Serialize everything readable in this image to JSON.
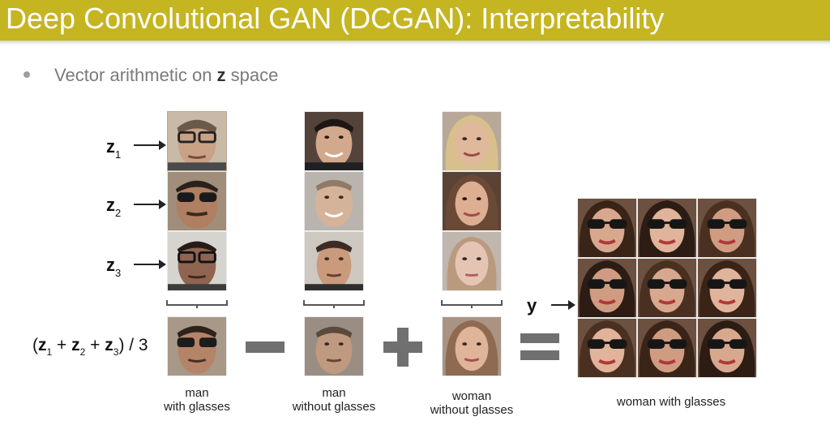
{
  "header": {
    "title": "Deep Convolutional GAN (DCGAN): Interpretability"
  },
  "bullet": {
    "prefix": "Vector arithmetic on ",
    "bold": "z",
    "suffix": " space"
  },
  "labels": {
    "z_letter": "z",
    "z1_sub": "1",
    "z2_sub": "2",
    "z3_sub": "3",
    "y": "y",
    "avg_open": "(",
    "avg_plus": " + ",
    "avg_close": ") / 3"
  },
  "captions": {
    "man_with_glasses": [
      "man",
      "with glasses"
    ],
    "man_without_glasses": [
      "man",
      "without glasses"
    ],
    "woman_without_glasses": [
      "woman",
      "without glasses"
    ],
    "woman_with_glasses": "woman with glasses"
  },
  "colors": {
    "header_bg": "#c5b521",
    "operator": "#707070"
  }
}
